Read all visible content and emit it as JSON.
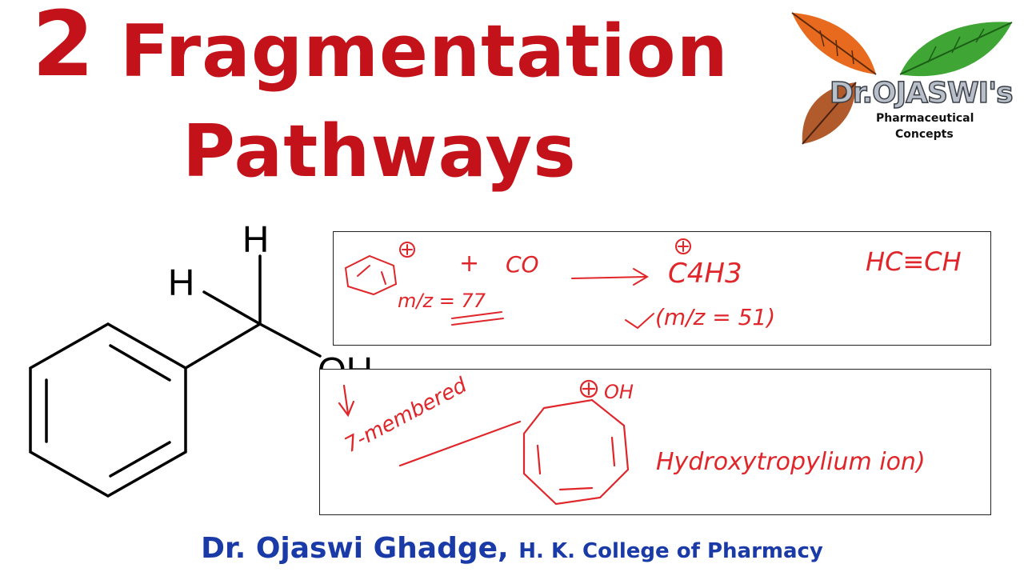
{
  "title": {
    "number": "2",
    "line1": "Fragmentation",
    "line2": "Pathways"
  },
  "logo": {
    "brand": "Dr.OJASWI's",
    "line1": "Pharmaceutical",
    "line2": "Concepts"
  },
  "molecule": {
    "atom_h_top": "H",
    "atom_h_left": "H",
    "atom_oh": "OH"
  },
  "panel1": {
    "plus_sign": "+",
    "co": "CO",
    "product": "C4H3",
    "product_charge": "+",
    "mz_left": "m/z = 77",
    "mz_right": "(m/z = 51)",
    "acetylene": "HC≡CH"
  },
  "panel2": {
    "ring_note": "7-membered",
    "oh_label": "OH",
    "ion_name": "Hydroxytropylium ion)"
  },
  "footer": {
    "author": "Dr. Ojaswi Ghadge",
    "institution": "H. K. College of Pharmacy"
  },
  "colors": {
    "title_red": "#c4121a",
    "footer_blue": "#1a3aa8",
    "ink_red": "#e0262a"
  }
}
